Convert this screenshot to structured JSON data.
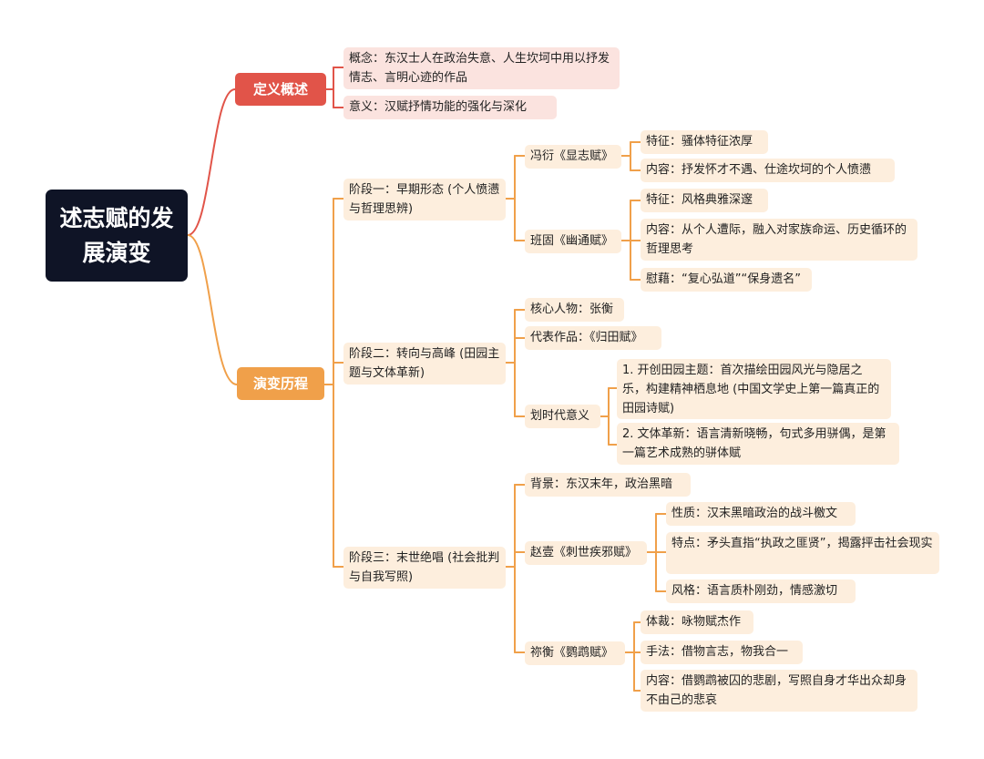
{
  "mindmap": {
    "root": {
      "label": "述志赋的发展演变"
    },
    "definition": {
      "label": "定义概述",
      "items": [
        {
          "label": "概念：东汉士人在政治失意、人生坎坷中用以抒发情志、言明心迹的作品"
        },
        {
          "label": "意义：汉赋抒情功能的强化与深化"
        }
      ]
    },
    "evolution": {
      "label": "演变历程",
      "stages": [
        {
          "label": "阶段一：早期形态 (个人愤懑与哲理思辨)",
          "children": [
            {
              "label": "冯衍《显志赋》",
              "children": [
                {
                  "label": "特征：骚体特征浓厚"
                },
                {
                  "label": "内容：抒发怀才不遇、仕途坎坷的个人愤懑"
                }
              ]
            },
            {
              "label": "班固《幽通赋》",
              "children": [
                {
                  "label": "特征：风格典雅深邃"
                },
                {
                  "label": "内容：从个人遭际，融入对家族命运、历史循环的哲理思考"
                },
                {
                  "label": "慰藉：“复心弘道”“保身遗名”"
                }
              ]
            }
          ]
        },
        {
          "label": "阶段二：转向与高峰 (田园主题与文体革新)",
          "children": [
            {
              "label": "核心人物：张衡"
            },
            {
              "label": "代表作品：《归田赋》"
            },
            {
              "label": "划时代意义",
              "children": [
                {
                  "label": "1. 开创田园主题：首次描绘田园风光与隐居之乐，构建精神栖息地 (中国文学史上第一篇真正的田园诗赋)"
                },
                {
                  "label": "2. 文体革新：语言清新晓畅，句式多用骈偶，是第一篇艺术成熟的骈体赋"
                }
              ]
            }
          ]
        },
        {
          "label": "阶段三：末世绝唱 (社会批判与自我写照)",
          "children": [
            {
              "label": "背景：东汉末年，政治黑暗"
            },
            {
              "label": "赵壹《刺世疾邪赋》",
              "children": [
                {
                  "label": "性质：汉末黑暗政治的战斗檄文"
                },
                {
                  "label": "特点：矛头直指“执政之匪贤”，揭露抨击社会现实"
                },
                {
                  "label": "风格：语言质朴刚劲，情感激切"
                }
              ]
            },
            {
              "label": "祢衡《鹦鹉赋》",
              "children": [
                {
                  "label": "体裁：咏物赋杰作"
                },
                {
                  "label": "手法：借物言志，物我合一"
                },
                {
                  "label": "内容：借鹦鹉被囚的悲剧，写照自身才华出众却身不由己的悲哀"
                }
              ]
            }
          ]
        }
      ]
    },
    "colors": {
      "root": "#0f1426",
      "definition_branch": "#e15449",
      "evolution_branch": "#f0a04a",
      "definition_leaf_bg": "#fbe3df",
      "evolution_leaf_bg": "#fdeedd"
    }
  }
}
